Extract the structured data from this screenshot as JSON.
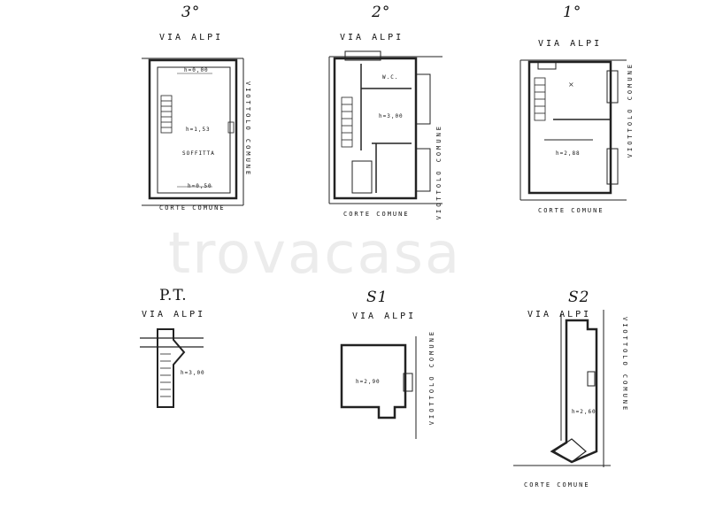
{
  "watermark": "trovacasa",
  "plans": {
    "floor3": {
      "level": "3°",
      "street": "VIA ALPI",
      "side": "VIOTTOLO COMUNE",
      "bottom": "CORTE COMUNE",
      "h_top": "h=0,00",
      "h_mid": "h=1,53",
      "room": "SOFFITTA",
      "h_bot": "h=0,50"
    },
    "floor2": {
      "level": "2°",
      "street": "VIA ALPI",
      "side": "VIOTTOLO COMUNE",
      "bottom": "CORTE COMUNE",
      "wc": "W.C.",
      "h": "h=3,00"
    },
    "floor1": {
      "level": "1°",
      "street": "VIA ALPI",
      "side": "VIOTTOLO COMUNE",
      "bottom": "CORTE COMUNE",
      "h": "h=2,88"
    },
    "pt": {
      "level": "P.T.",
      "street": "VIA ALPI",
      "h": "h=3,00"
    },
    "s1": {
      "level": "S1",
      "street": "VIA ALPI",
      "side": "VIOTTOLO COMUNE",
      "h": "h=2,90"
    },
    "s2": {
      "level": "S2",
      "street": "VIA ALPI",
      "side": "VIOTTOLO COMUNE",
      "bottom": "CORTE COMUNE",
      "h": "h=2,60"
    }
  }
}
